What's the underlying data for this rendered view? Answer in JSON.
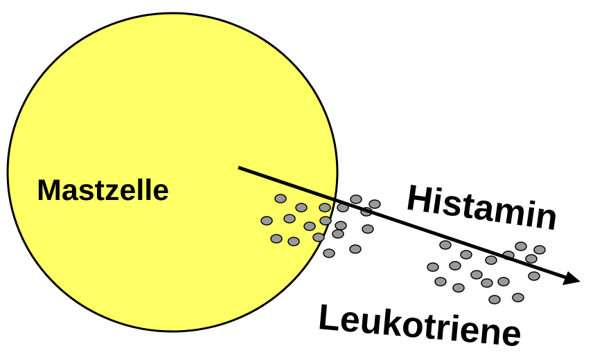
{
  "labels": {
    "cell": "Mastzelle",
    "mediator_1": "Histamin",
    "mediator_2": "Leukotriene"
  },
  "colors": {
    "cell_fill": "#ffff66",
    "outline": "#000000",
    "granule_fill": "#999999",
    "arrow": "#000000",
    "background": "#ffffff"
  }
}
